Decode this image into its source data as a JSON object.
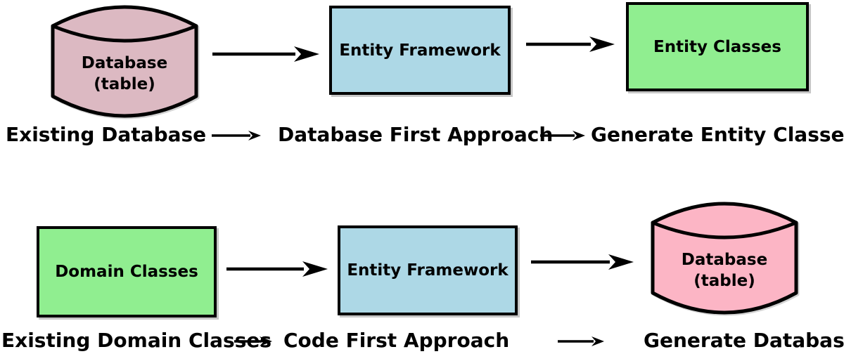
{
  "top_flow": {
    "cylinder": {
      "line1": "Database",
      "line2": "(table)"
    },
    "ef_box_label": "Entity Framework",
    "result_box_label": "Entity Classes",
    "captions": {
      "source": "Existing Database",
      "approach": "Database First Approach",
      "result": "Generate Entity Classes"
    }
  },
  "bottom_flow": {
    "source_box_label": "Domain Classes",
    "ef_box_label": "Entity Framework",
    "cylinder": {
      "line1": "Database",
      "line2": "(table)"
    },
    "captions": {
      "source": "Existing Domain Classes",
      "approach": "Code First Approach",
      "result": "Generate Database"
    }
  },
  "colors": {
    "cylinder_muted_pink": "#dcb9c2",
    "cylinder_pink": "#fcb5c5",
    "box_blue": "#add8e6",
    "box_green": "#90ee90",
    "outline": "#000000",
    "text": "#000000",
    "background": "#ffffff"
  }
}
